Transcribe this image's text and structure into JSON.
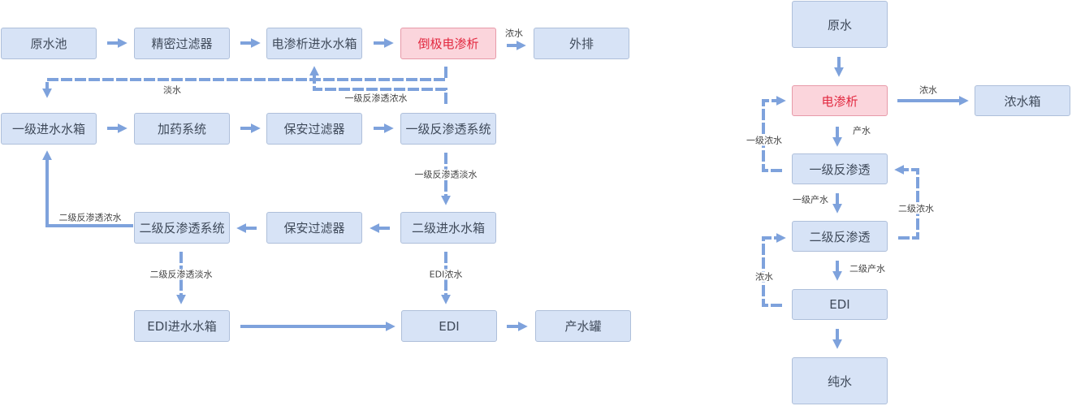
{
  "colors": {
    "node_fill": "#d7e3f6",
    "node_border": "#aebfda",
    "highlight_fill": "#fbd5dc",
    "highlight_text": "#e2283f",
    "arrow": "#7ea2dc"
  },
  "left_flow": {
    "nodes": {
      "raw_water_pool": "原水池",
      "precision_filter": "精密过滤器",
      "ed_feed_tank": "电渗析进水水箱",
      "edr": "倒极电渗析",
      "discharge": "外排",
      "primary_feed_tank": "一级进水水箱",
      "dosing_system": "加药系统",
      "security_filter_1": "保安过滤器",
      "primary_ro_system": "一级反渗透系统",
      "secondary_ro_system": "二级反渗透系统",
      "security_filter_2": "保安过滤器",
      "secondary_feed_tank": "二级进水水箱",
      "edi_feed_tank": "EDI进水水箱",
      "edi": "EDI",
      "product_tank": "产水罐"
    },
    "labels": {
      "concentrate": "浓水",
      "fresh": "淡水",
      "primary_ro_concentrate": "一级反渗透浓水",
      "primary_ro_fresh": "一级反渗透淡水",
      "secondary_ro_concentrate": "二级反渗透浓水",
      "secondary_ro_fresh": "二级反渗透淡水",
      "edi_concentrate": "EDI浓水"
    }
  },
  "right_flow": {
    "nodes": {
      "raw_water": "原水",
      "ed": "电渗析",
      "concentrate_tank": "浓水箱",
      "primary_ro": "一级反渗透",
      "secondary_ro": "二级反渗透",
      "edi": "EDI",
      "pure_water": "纯水"
    },
    "labels": {
      "concentrate": "浓水",
      "product": "产水",
      "primary_concentrate": "一级浓水",
      "primary_product": "一级产水",
      "secondary_concentrate": "二级浓水",
      "secondary_product": "二级产水",
      "concentrate_edi": "浓水"
    }
  }
}
